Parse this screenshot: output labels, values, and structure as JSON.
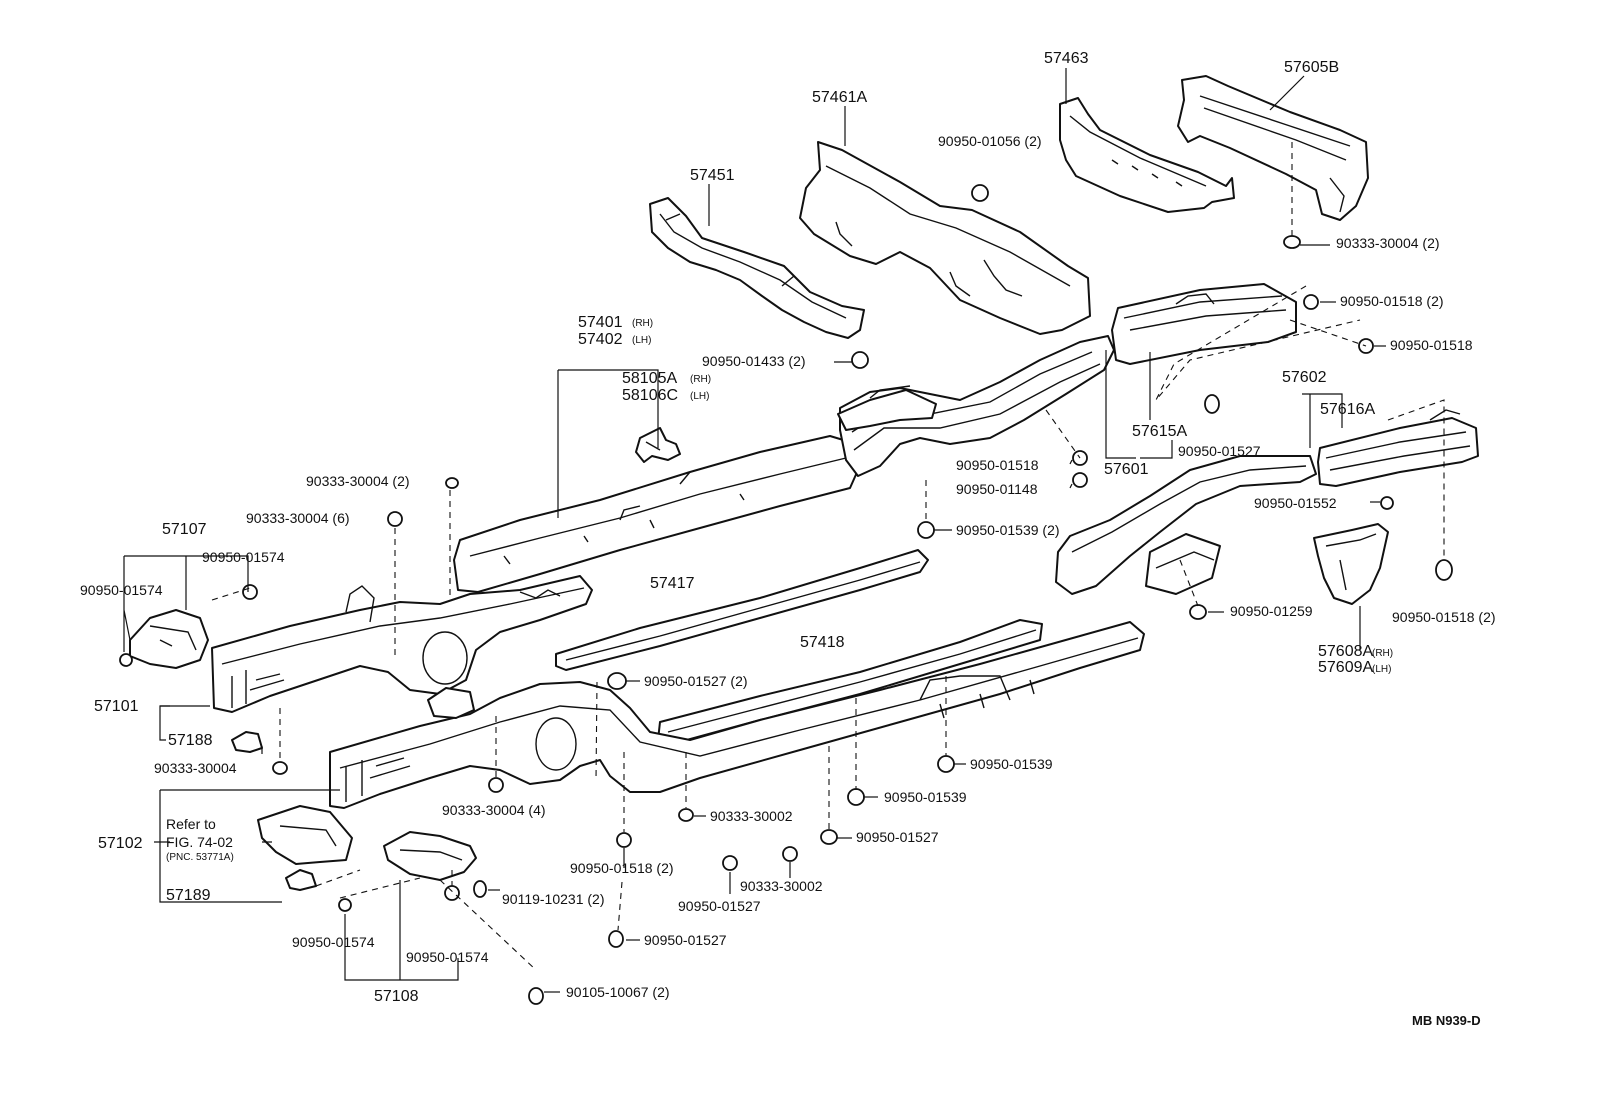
{
  "drawing_code": "MB N939-D",
  "labels": {
    "l57463": "57463",
    "l57605B": "57605B",
    "l57461A": "57461A",
    "l01056": "90950-01056 (2)",
    "l57451": "57451",
    "l30004_topright": "90333-30004 (2)",
    "l01518_2_top": "90950-01518 (2)",
    "l01518_top": "90950-01518",
    "l57401": "57401",
    "l57401_side": "(RH)",
    "l57402": "57402",
    "l57402_side": "(LH)",
    "l01433": "90950-01433 (2)",
    "l58105A": "58105A",
    "l58105A_side": "(RH)",
    "l58106C": "58106C",
    "l58106C_side": "(LH)",
    "l57602": "57602",
    "l57616A": "57616A",
    "l57615A": "57615A",
    "l01527_right": "90950-01527",
    "l57601": "57601",
    "l01518_mid": "90950-01518",
    "l01148": "90950-01148",
    "l30004_2_left": "90333-30004 (2)",
    "l30004_6": "90333-30004 (6)",
    "l01539_2": "90950-01539 (2)",
    "l01552": "90950-01552",
    "l57107": "57107",
    "l01574_a": "90950-01574",
    "l01574_b": "90950-01574",
    "l57417": "57417",
    "l01259": "90950-01259",
    "l01518_2_right": "90950-01518 (2)",
    "l57608A": "57608A",
    "l57608A_side": "(RH)",
    "l57609A": "57609A",
    "l57609A_side": "(LH)",
    "l01527_2": "90950-01527 (2)",
    "l57418": "57418",
    "l57101": "57101",
    "l57188": "57188",
    "l30004_left_low": "90333-30004",
    "l01539_a": "90950-01539",
    "l01539_b": "90950-01539",
    "l30004_4": "90333-30004 (4)",
    "l30002_a": "90333-30002",
    "l01527_c": "90950-01527",
    "l57102": "57102",
    "refer_1": "Refer to",
    "refer_2": "FIG. 74-02",
    "refer_3": "(PNC. 53771A)",
    "l01518_2_bottom": "90950-01518 (2)",
    "l30002_b": "90333-30002",
    "l57189": "57189",
    "l10231": "90119-10231 (2)",
    "l01527_d": "90950-01527",
    "l01527_e": "90950-01527",
    "l01574_c": "90950-01574",
    "l01574_d": "90950-01574",
    "l57108": "57108",
    "l10067": "90105-10067 (2)"
  }
}
